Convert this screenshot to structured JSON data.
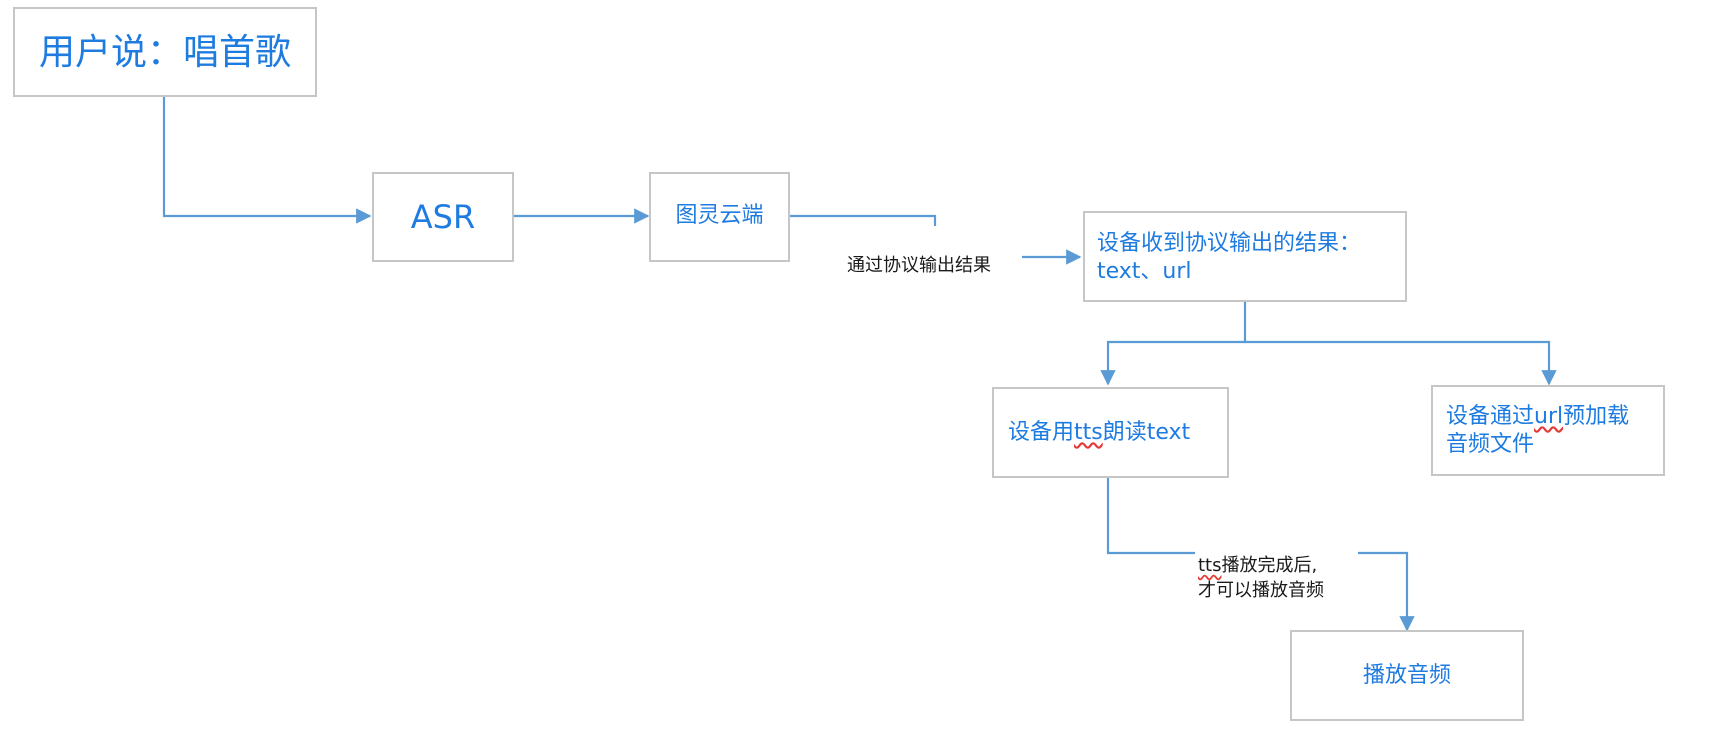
{
  "diagram": {
    "colors": {
      "node_text": "#1e7be0",
      "node_border": "#c6c6c6",
      "connector": "#5b9bd5",
      "label_text": "#1a1a1a",
      "spellcheck_underline": "#e53935"
    },
    "nodes": {
      "user_says": "用户说：唱首歌",
      "asr": "ASR",
      "turing_cloud": "图灵云端",
      "device_receives": "设备收到协议输出的结果：\ntext、url",
      "device_tts_prefix": "设备用",
      "device_tts_word": "tts",
      "device_tts_suffix": "朗读text",
      "device_preload_prefix": "设备通过",
      "device_preload_word": "url",
      "device_preload_suffix": "预加载\n音频文件",
      "play_audio": "播放音频"
    },
    "edge_labels": {
      "protocol_output": "通过协议输出结果",
      "after_tts_word": "tts",
      "after_tts_rest": "播放完成后,\n才可以播放音频"
    }
  }
}
